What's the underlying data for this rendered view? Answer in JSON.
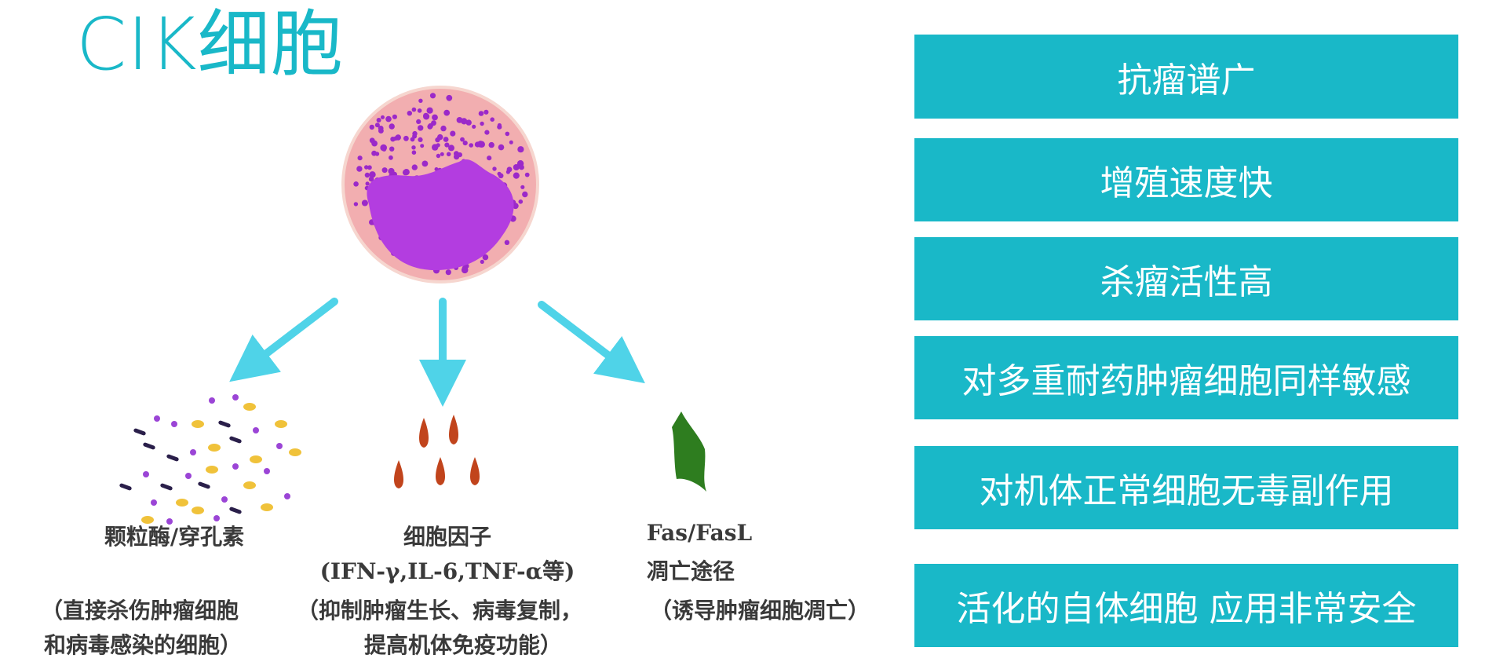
{
  "title": "CIK细胞",
  "colors": {
    "accent": "#19b8c8",
    "cell_outer": "#f2aeb0",
    "cell_dots": "#9b29c9",
    "nucleus": "#b33de0",
    "arrow": "#4fd3e8",
    "granule_purple": "#9b45d6",
    "granule_yellow": "#f0c23a",
    "granule_dark": "#2a1f4a",
    "droplet": "#c1441c",
    "leaf": "#2e7d1f"
  },
  "pathways": [
    {
      "label": "颗粒酶/穿孔素",
      "note_lines": [
        "（直接杀伤肿瘤细胞",
        "和病毒感染的细胞）"
      ]
    },
    {
      "label_lines": [
        "细胞因子",
        "(IFN-γ,IL-6,TNF-α等)"
      ],
      "note_lines": [
        "（抑制肿瘤生长、病毒复制，",
        "提高机体免疫功能）"
      ]
    },
    {
      "label_lines": [
        "Fas/FasL",
        "凋亡途径"
      ],
      "note_lines": [
        "（诱导肿瘤细胞凋亡）"
      ]
    }
  ],
  "features": [
    "抗瘤谱广",
    "增殖速度快",
    "杀瘤活性高",
    "对多重耐药肿瘤细胞同样敏感",
    "对机体正常细胞无毒副作用",
    "活化的自体细胞 应用非常安全"
  ]
}
